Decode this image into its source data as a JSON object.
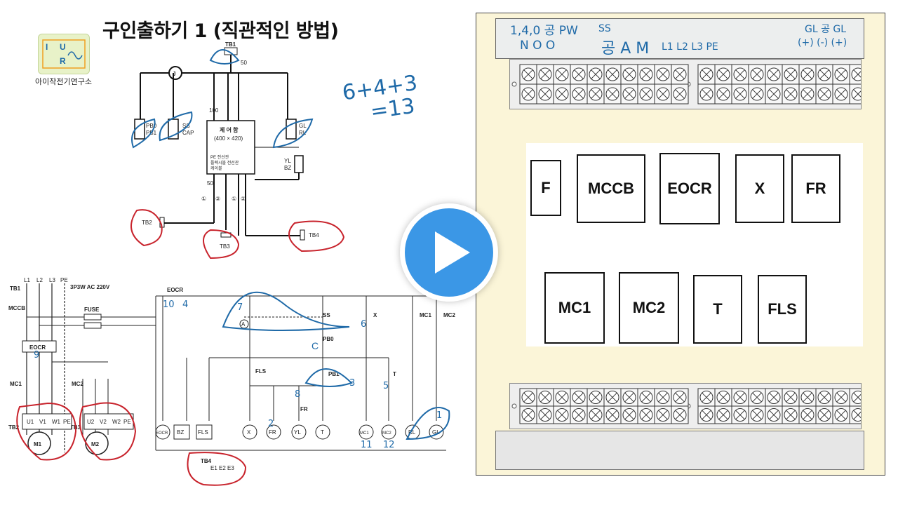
{
  "header": {
    "title": "구인출하기 1 (직관적인 방법)",
    "logo_label": "아이작전기연구소",
    "logo_letters": [
      "I",
      "U",
      "R"
    ]
  },
  "schematic_top": {
    "tb1": "TB1",
    "tb1_size": "50",
    "junction": "J",
    "size_100": "100",
    "pb_labels": [
      "PB0",
      "PB1"
    ],
    "ss_labels": [
      "SS",
      "CAP"
    ],
    "gl_labels": [
      "GL",
      "RL"
    ],
    "yl_labels": [
      "YL",
      "BZ"
    ],
    "control_box_title": "제 어 함",
    "control_box_size": "(400 × 420)",
    "control_box_notes": [
      "PE 전선관",
      "플렉시블 전선관",
      "케이블"
    ],
    "size_50": "50",
    "wire_numbers": [
      "①",
      "②",
      "①",
      "②"
    ],
    "tb2": "TB2",
    "tb3": "TB3",
    "tb4": "TB4",
    "handwritten_calc": [
      "6+4+3",
      "=13"
    ]
  },
  "schematic_bottom": {
    "tb1": "TB1",
    "lines": [
      "L1",
      "L2",
      "L3",
      "PE"
    ],
    "supply": "3P3W AC 220V",
    "mccb": "MCCB",
    "fuse": "FUSE",
    "eocr": "EOCR",
    "mc1": "MC1",
    "mc2": "MC2",
    "tb2": "TB2",
    "tb3": "TB3",
    "motor1_terms": [
      "U1",
      "V1",
      "W1",
      "PE"
    ],
    "motor2_terms": [
      "U2",
      "V2",
      "W2",
      "PE"
    ],
    "motor1": "M1",
    "motor2": "M2",
    "ctrl_labels": [
      "EOCR",
      "SS",
      "PB0",
      "FLS",
      "PB1",
      "T",
      "X",
      "MC1",
      "MC2",
      "FR",
      "A",
      "C"
    ],
    "lamps": [
      "EOCR",
      "BZ",
      "FLS",
      "X",
      "FR",
      "YL",
      "T",
      "MC1",
      "MC2",
      "RL",
      "GL"
    ],
    "tb4": "TB4",
    "tb4_terms": [
      "E1",
      "E2",
      "E3"
    ],
    "handwritten_numbers": [
      "10",
      "4",
      "7",
      "8",
      "9",
      "6",
      "5",
      "2",
      "3",
      "1",
      "12",
      "11"
    ]
  },
  "panel": {
    "header_handwriting": [
      "1,4,0 공 PW",
      "N O O",
      "SS",
      "공 A M",
      "L1 L2 L3 PE",
      "GL 공 GL",
      "(+) (-) (+)"
    ],
    "terminal_top_left": 10,
    "terminal_top_right": 10,
    "terminal_bottom_left": 10,
    "terminal_bottom_right": 10,
    "components_row1": [
      "F",
      "MCCB",
      "EOCR",
      "X",
      "FR"
    ],
    "components_row2": [
      "MC1",
      "MC2",
      "T",
      "FLS"
    ]
  },
  "player": {
    "play_label": "Play"
  },
  "colors": {
    "play": "#3b97e6",
    "panel_bg": "#fbf5d8",
    "ink_blue": "#1f6aa8",
    "ink_red": "#c8232c"
  }
}
